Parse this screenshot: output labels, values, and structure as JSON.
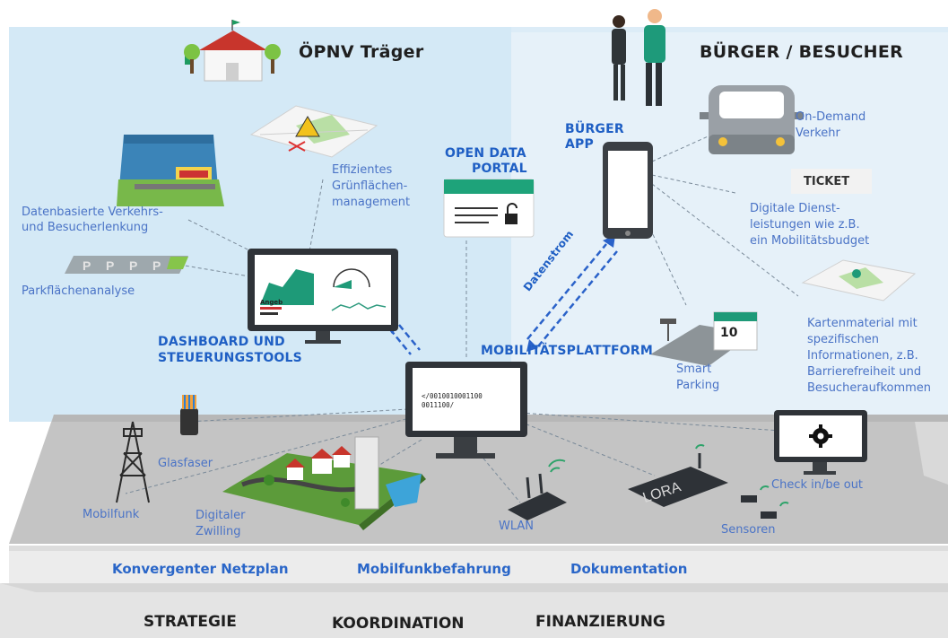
{
  "headings": {
    "oepnv": "ÖPNV Träger",
    "buerger": "BÜRGER / BESUCHER"
  },
  "blue_titles": {
    "open_data_line1": "OPEN DATA",
    "open_data_line2": "PORTAL",
    "buerger_app_line1": "BÜRGER",
    "buerger_app_line2": "APP",
    "dashboard_line1": "DASHBOARD UND",
    "dashboard_line2": "STEUERUNGSTOOLS",
    "plattform": "MOBILITÄTSPLATTFORM",
    "datenstrom": "Datenstrom"
  },
  "labels": {
    "gruen_1": "Effizientes",
    "gruen_2": "Grünflächen-",
    "gruen_3": "management",
    "verkehr_1": "Datenbasierte Verkehrs-",
    "verkehr_2": "und Besucherlenkung",
    "park": "Parkflächenanalyse",
    "ondemand_1": "On-Demand",
    "ondemand_2": "Verkehr",
    "ticket": "TICKET",
    "dienst_1": "Digitale Dienst-",
    "dienst_2": "leistungen wie z.B.",
    "dienst_3": "ein Mobilitätsbudget",
    "karten_1": "Kartenmaterial mit",
    "karten_2": "spezifischen",
    "karten_3": "Informationen, z.B.",
    "karten_4": "Barrierefreiheit und",
    "karten_5": "Besucheraufkommen",
    "smart_1": "Smart",
    "smart_2": "Parking",
    "glasfaser": "Glasfaser",
    "mobilfunk": "Mobilfunk",
    "zwilling_1": "Digitaler",
    "zwilling_2": "Zwilling",
    "wlan": "WLAN",
    "sensoren": "Sensoren",
    "checkin": "Check in/be out",
    "lora": "LORA",
    "code_1": "</0010010001100",
    "code_2": "0011100/",
    "angeb": "Angeb",
    "parking_day": "10"
  },
  "middle_row": {
    "netzplan": "Konvergenter Netzplan",
    "befahrung": "Mobilfunkbefahrung",
    "doku": "Dokumentation"
  },
  "bottom_row": {
    "strategie": "STRATEGIE",
    "koordination": "KOORDINATION",
    "finanzierung": "FINANZIERUNG"
  },
  "colors": {
    "oepnv_bg": "#d4e9f6",
    "buerger_bg": "#e6f1f9",
    "platform_grey": "#c2c2c2",
    "accent_blue": "#1f5fc4",
    "label_blue": "#4a73c6",
    "dashboard_green": "#1e9a78"
  }
}
